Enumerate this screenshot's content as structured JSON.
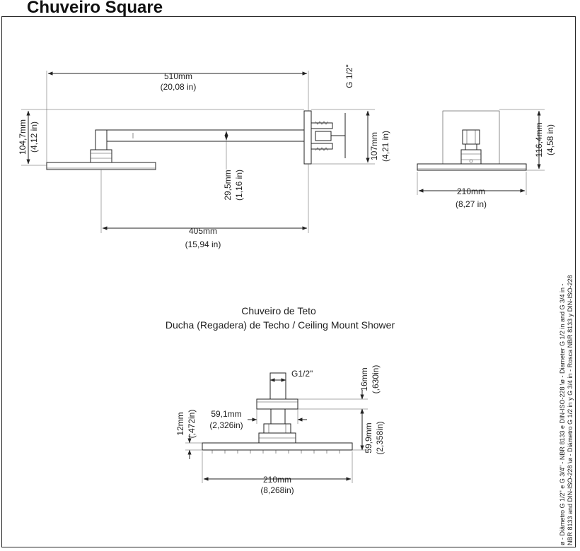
{
  "title": "Chuveiro Square",
  "wall_view": {
    "length_total": "510mm",
    "length_total_in": "(20,08 in)",
    "thread": "G 1/2\"",
    "drop_height": "104,7mm",
    "drop_height_in": "(4,12 in)",
    "arm_offset": "29,5mm",
    "arm_offset_in": "(1,16 in)",
    "flange_height": "107mm",
    "flange_height_in": "(4,21 in)",
    "arm_length": "405mm",
    "arm_length_in": "(15,94 in)"
  },
  "front_view": {
    "height": "116,4mm",
    "height_in": "(4,58 in)",
    "width": "210mm",
    "width_in": "(8,27 in)"
  },
  "ceiling_caption": {
    "line1": "Chuveiro de Teto",
    "line2": "Ducha (Regadera) de Techo / Ceiling Mount Shower"
  },
  "ceiling_view": {
    "thread": "G1/2\"",
    "nut_height": "16mm",
    "nut_height_in": "(,630in)",
    "body_width": "59,1mm",
    "body_width_in": "(2,326in)",
    "plate_thickness": "12mm",
    "plate_thickness_in": "(,472in)",
    "total_height": "59,9mm",
    "total_height_in": "(2,358in)",
    "width": "210mm",
    "width_in": "(8,268in)"
  },
  "side_note": {
    "line1": "ø - Diâmetro G 1/2\" e G 3/4\" - NBR 8133 e DIN-ISO-228 \\ø - Diameter G 1/2 in and G 3/4 in -",
    "line2": "NBR 8133 and DIN-ISO-228 \\ø - Diámetro G 1/2 in y G 3/4 in - Rosca NBR 8133 y DIN-ISO-228"
  }
}
